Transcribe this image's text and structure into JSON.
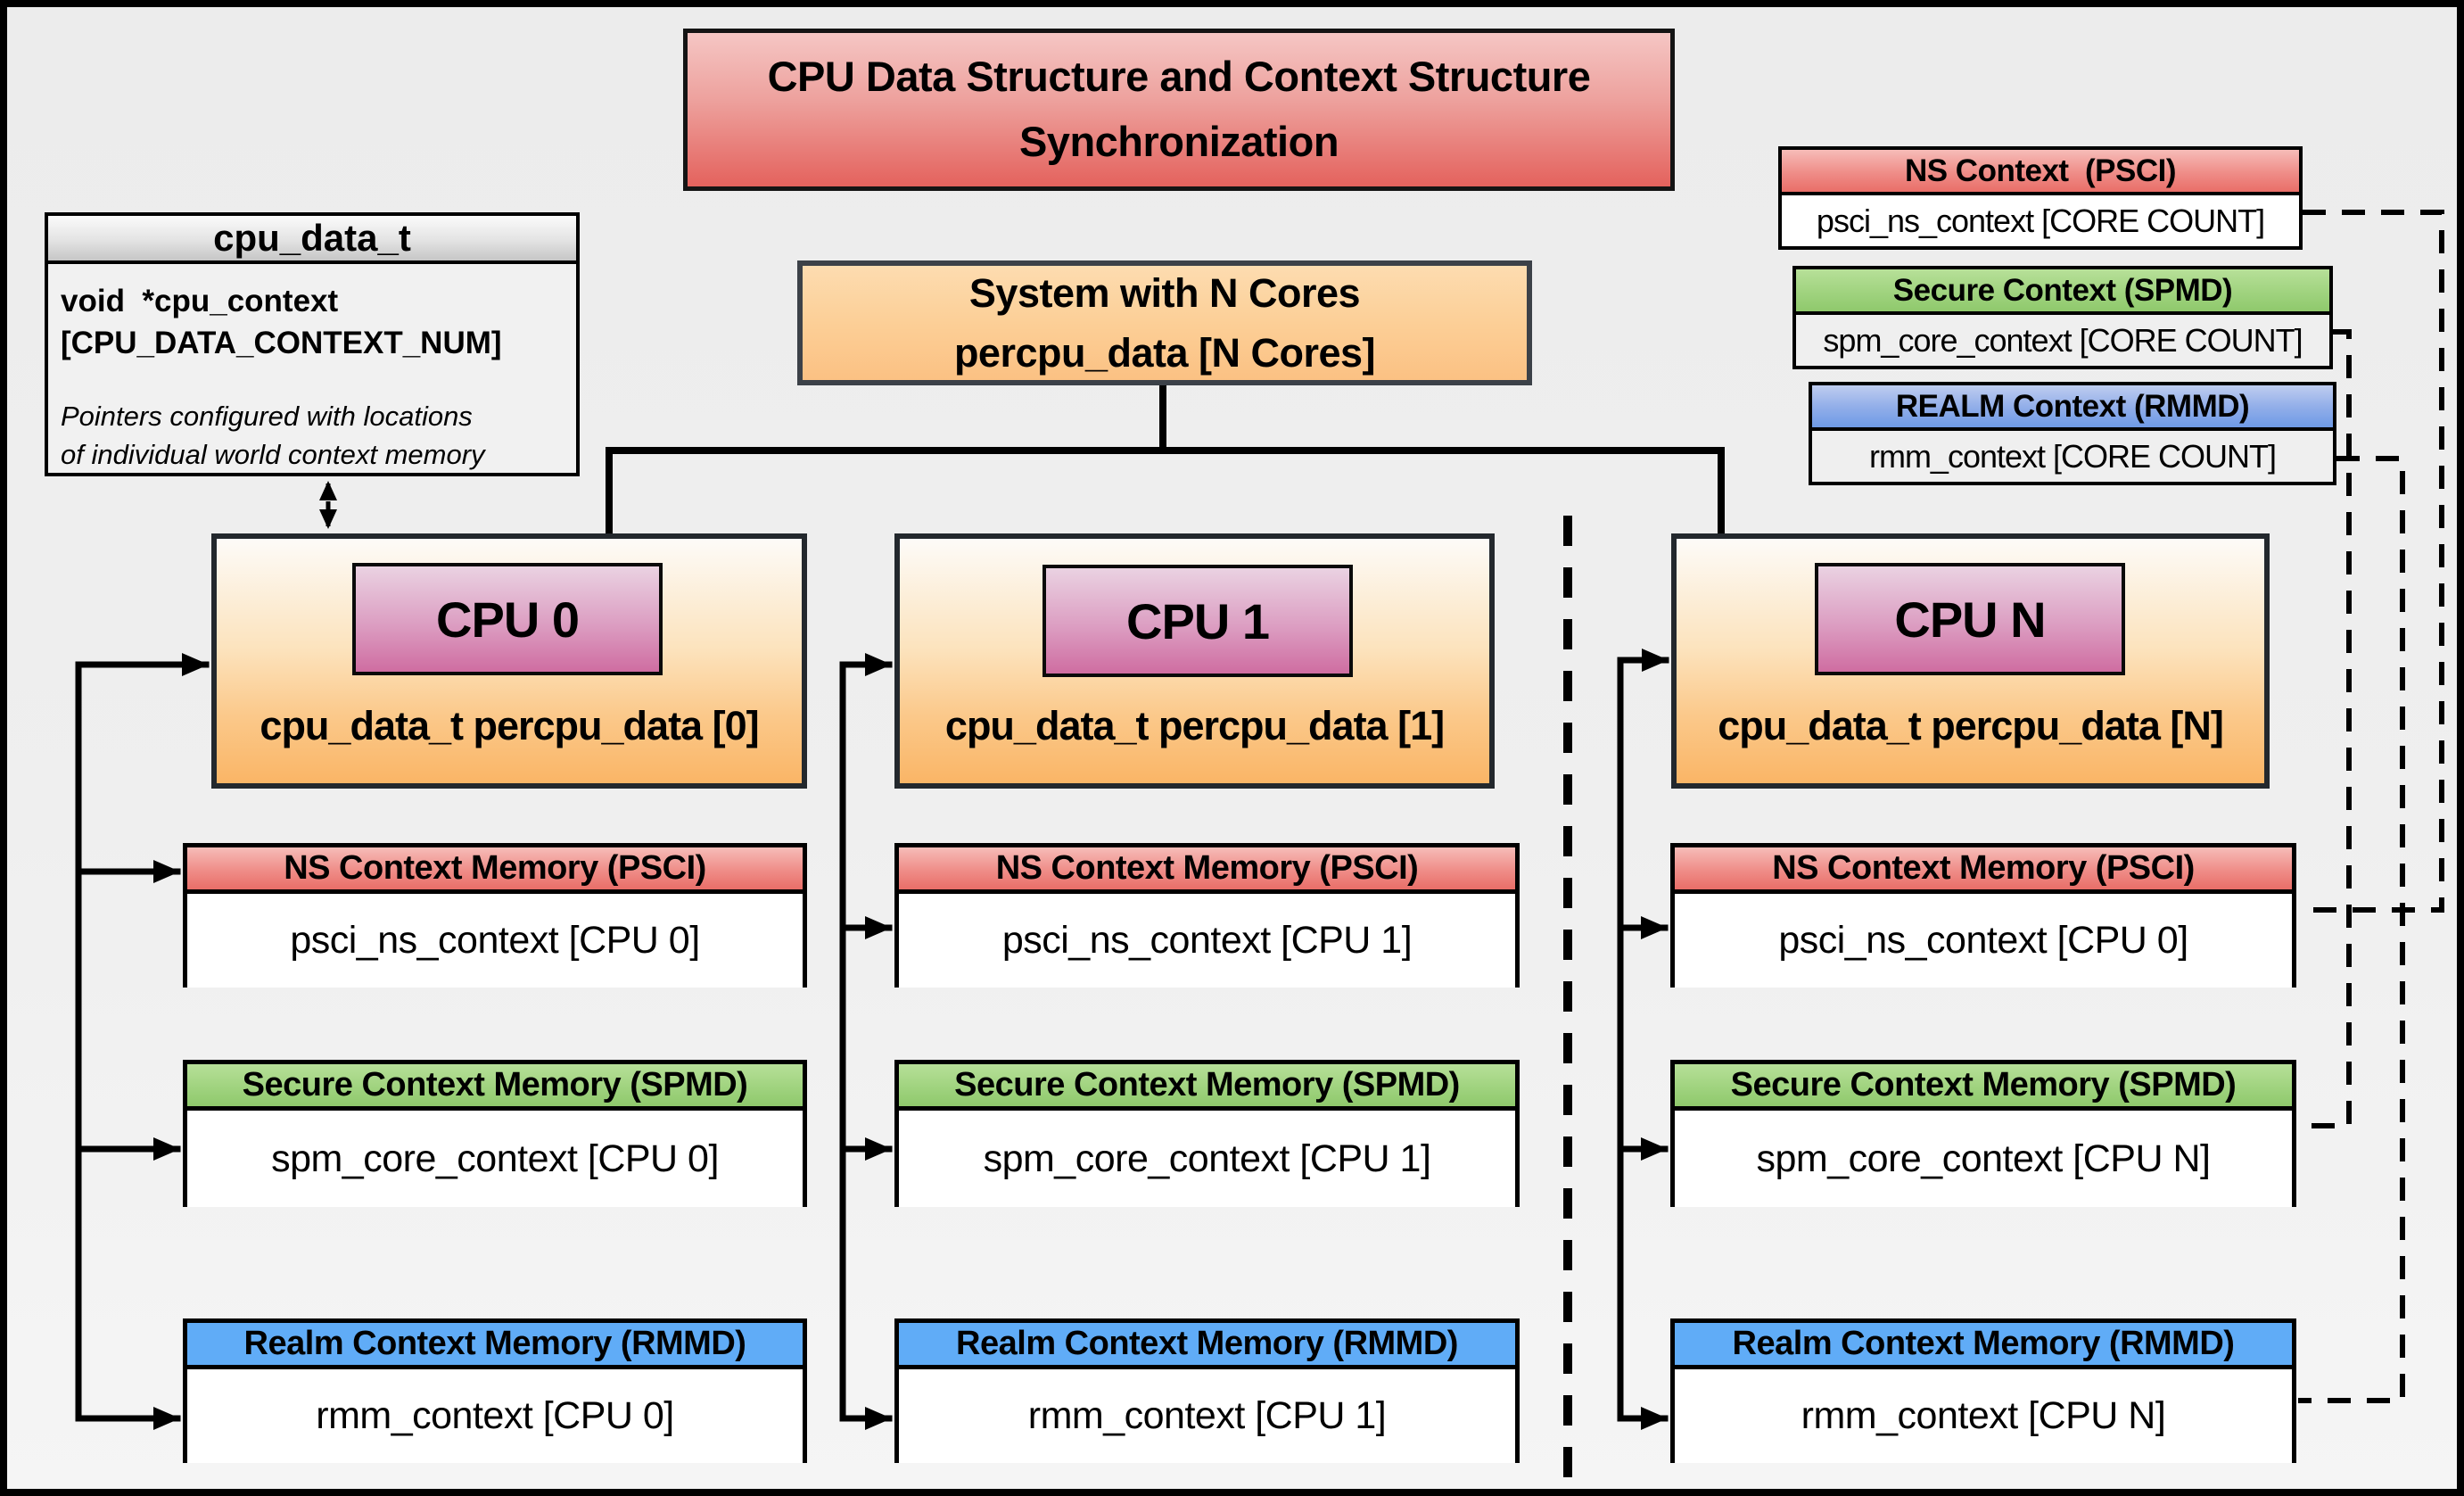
{
  "title": {
    "line1": "CPU Data Structure and Context Structure",
    "line2": "Synchronization"
  },
  "cpu_data_t": {
    "header": "cpu_data_t",
    "field_line1": "void  *cpu_context",
    "field_line2": "[CPU_DATA_CONTEXT_NUM]",
    "note_line1": "Pointers configured with locations",
    "note_line2": "of individual world context memory"
  },
  "system": {
    "line1": "System with N Cores",
    "line2": "percpu_data [N Cores]"
  },
  "legend": {
    "ns": {
      "header": "NS Context  (PSCI)",
      "body": "psci_ns_context [CORE COUNT]"
    },
    "secure": {
      "header": "Secure Context (SPMD)",
      "body": "spm_core_context [CORE COUNT]"
    },
    "realm": {
      "header": "REALM Context (RMMD)",
      "body": "rmm_context [CORE COUNT]"
    }
  },
  "cpus": [
    {
      "chip_label": "CPU 0",
      "data_label": "cpu_data_t percpu_data [0]",
      "ns_header": "NS Context Memory (PSCI)",
      "ns_body": "psci_ns_context [CPU 0]",
      "secure_header": "Secure Context Memory (SPMD)",
      "secure_body": "spm_core_context [CPU 0]",
      "realm_header": "Realm Context Memory (RMMD)",
      "realm_body": "rmm_context [CPU 0]"
    },
    {
      "chip_label": "CPU 1",
      "data_label": "cpu_data_t percpu_data [1]",
      "ns_header": "NS Context Memory (PSCI)",
      "ns_body": "psci_ns_context [CPU 1]",
      "secure_header": "Secure Context Memory (SPMD)",
      "secure_body": "spm_core_context [CPU 1]",
      "realm_header": "Realm Context Memory (RMMD)",
      "realm_body": "rmm_context [CPU 1]"
    },
    {
      "chip_label": "CPU N",
      "data_label": "cpu_data_t percpu_data [N]",
      "ns_header": "NS Context Memory (PSCI)",
      "ns_body": "psci_ns_context [CPU 0]",
      "secure_header": "Secure Context Memory (SPMD)",
      "secure_body": "spm_core_context [CPU N]",
      "realm_header": "Realm Context Memory (RMMD)",
      "realm_body": "rmm_context [CPU N]"
    }
  ],
  "colors": {
    "title_red": "#e4625d",
    "ns_red": "#e96e68",
    "secure_green": "#8fc96c",
    "realm_blue_flat": "#60acf7",
    "legend_realm_blue": "#6e9ae6",
    "cpu_orange": "#fab566",
    "system_orange": "#fbc183",
    "chip_pink": "#cf6da1",
    "line_black": "#000000"
  }
}
